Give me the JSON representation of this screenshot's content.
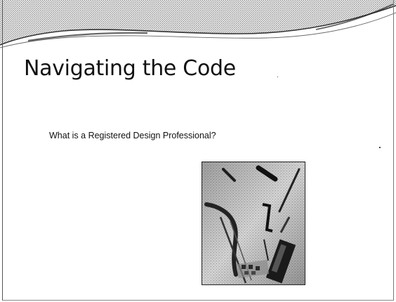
{
  "slide": {
    "title": "Navigating the Code",
    "bullet": "What is a Registered Design Professional?"
  },
  "colors": {
    "header_texture": "#bdbdbd",
    "text": "#111111",
    "photo_background": "#cfcfcf"
  },
  "image": {
    "description_icon": "drafting-tools-photo"
  }
}
